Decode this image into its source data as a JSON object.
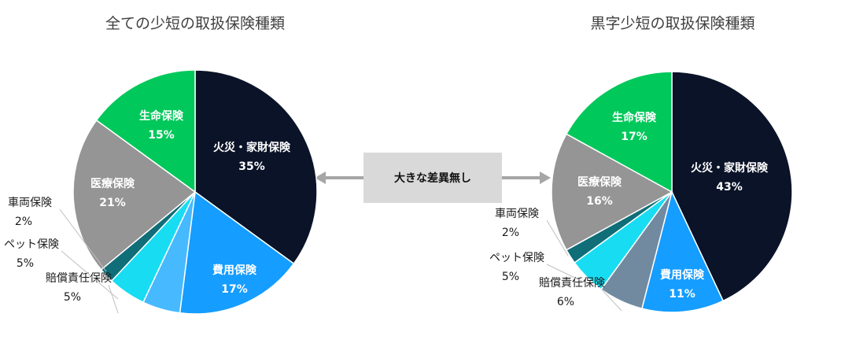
{
  "center_label": "大きな差異無し",
  "chart_data": [
    {
      "type": "pie",
      "title": "全ての少短の取扱保険種類",
      "slices": [
        {
          "label": "火災・家財保険",
          "value": 35,
          "pct": "35%",
          "color": "#0b1328"
        },
        {
          "label": "費用保険",
          "value": 17,
          "pct": "17%",
          "color": "#159dff"
        },
        {
          "label": "賠償責任保険",
          "value": 5,
          "pct": "5%",
          "color": "#47b9ff"
        },
        {
          "label": "ペット保険",
          "value": 5,
          "pct": "5%",
          "color": "#18dcf2"
        },
        {
          "label": "車両保険",
          "value": 2,
          "pct": "2%",
          "color": "#0f6e78"
        },
        {
          "label": "医療保険",
          "value": 21,
          "pct": "21%",
          "color": "#959595"
        },
        {
          "label": "生命保険",
          "value": 15,
          "pct": "15%",
          "color": "#00c85a"
        }
      ]
    },
    {
      "type": "pie",
      "title": "黒字少短の取扱保険種類",
      "slices": [
        {
          "label": "火災・家財保険",
          "value": 43,
          "pct": "43%",
          "color": "#0b1328"
        },
        {
          "label": "費用保険",
          "value": 11,
          "pct": "11%",
          "color": "#159dff"
        },
        {
          "label": "賠償責任保険",
          "value": 6,
          "pct": "6%",
          "color": "#718aa0"
        },
        {
          "label": "ペット保険",
          "value": 5,
          "pct": "5%",
          "color": "#18dcf2"
        },
        {
          "label": "車両保険",
          "value": 2,
          "pct": "2%",
          "color": "#0f6e78"
        },
        {
          "label": "医療保険",
          "value": 16,
          "pct": "16%",
          "color": "#959595"
        },
        {
          "label": "生命保険",
          "value": 17,
          "pct": "17%",
          "color": "#00c85a"
        }
      ]
    }
  ]
}
